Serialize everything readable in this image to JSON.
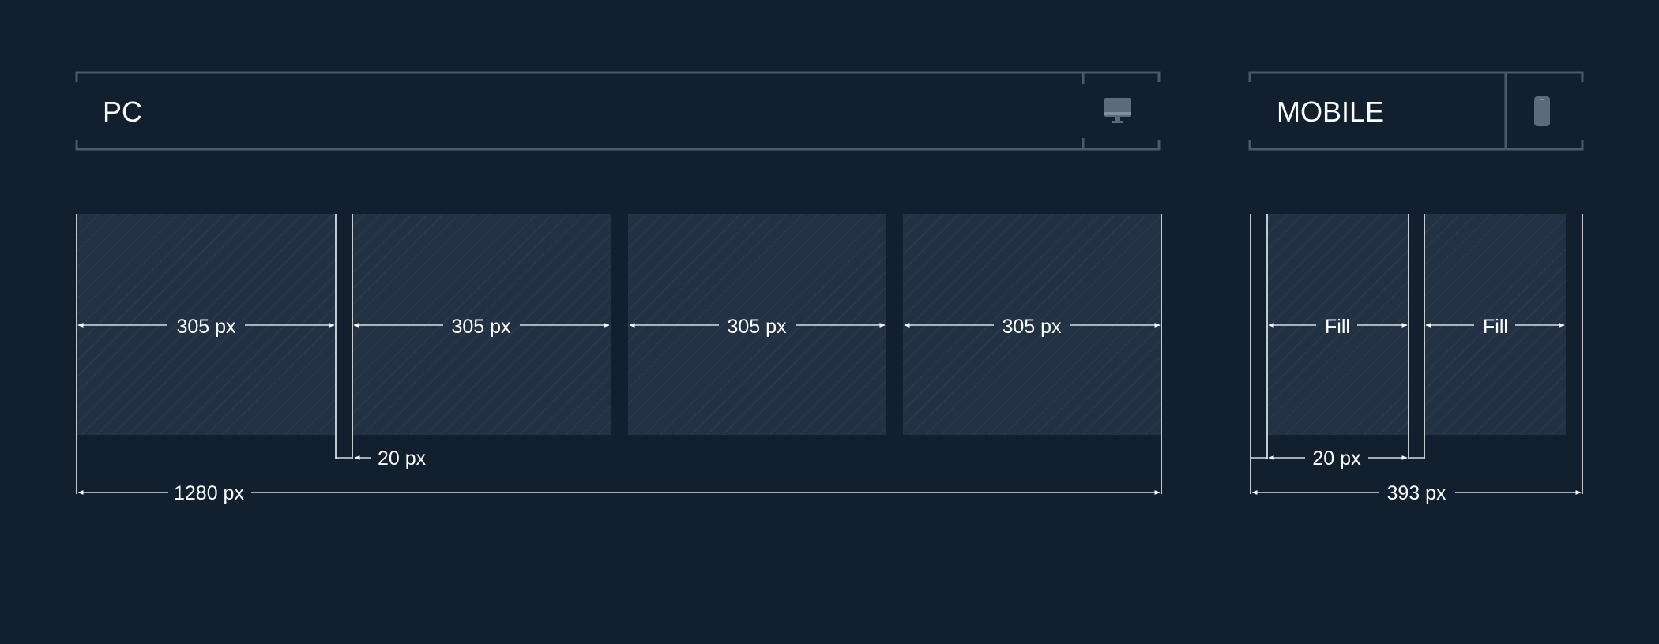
{
  "pc": {
    "title": "PC",
    "icon": "desktop-monitor-icon",
    "column_widths": [
      "305 px",
      "305 px",
      "305 px",
      "305 px"
    ],
    "gap": "20 px",
    "total": "1280 px"
  },
  "mobile": {
    "title": "MOBILE",
    "icon": "smartphone-icon",
    "column_widths": [
      "Fill",
      "Fill"
    ],
    "gap": "20 px",
    "total": "393 px"
  },
  "colors": {
    "background": "#111f2f",
    "frame": "#4a5a6b",
    "column_fill": "#223244",
    "hatch": "#2c3c4f",
    "text": "#ffffff",
    "icon": "#5c6b7b"
  }
}
